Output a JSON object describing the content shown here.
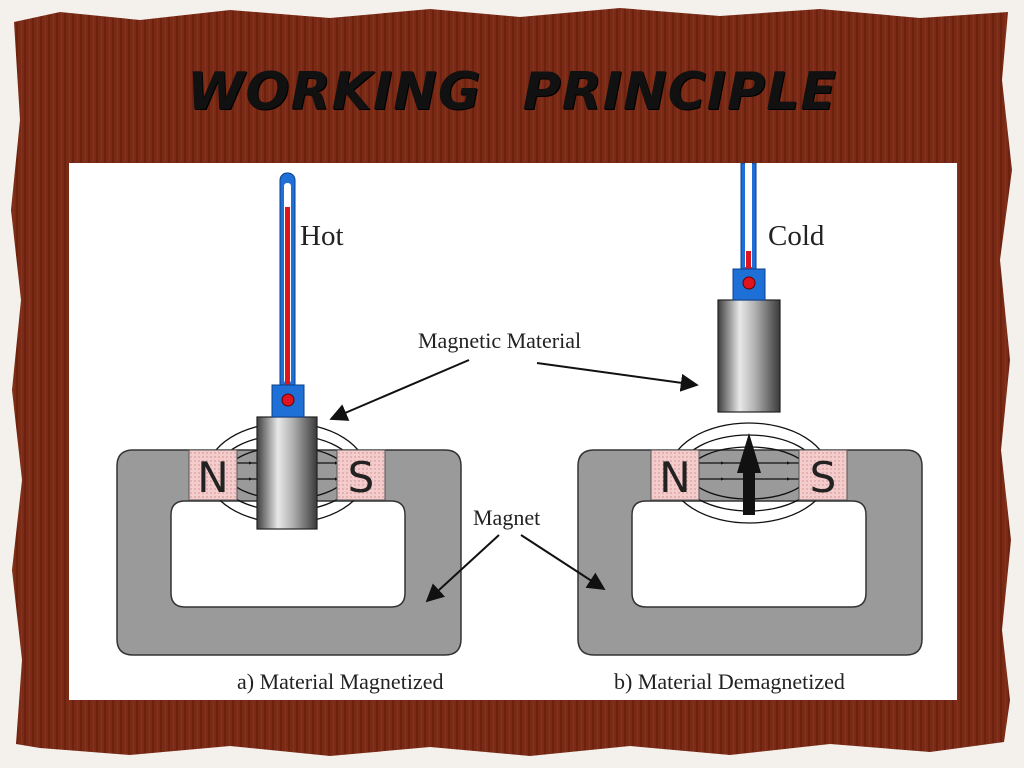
{
  "slide": {
    "title": "WORKING   PRINCIPLE"
  },
  "diagram": {
    "labels": {
      "hot": "Hot",
      "cold": "Cold",
      "magnetic_material": "Magnetic Material",
      "magnet": "Magnet",
      "pole_north": "N",
      "pole_south": "S",
      "caption_a": "a) Material Magnetized",
      "caption_b": "b) Material Demagnetized"
    },
    "colors": {
      "frame_brown": "#7a2a15",
      "magnet_gray": "#9a9a9a",
      "pole_pink": "#f0c4c4",
      "thermo_blue": "#1e6fd6",
      "mercury_red": "#e0141e",
      "cylinder_gray": "#8c8c8c"
    }
  }
}
